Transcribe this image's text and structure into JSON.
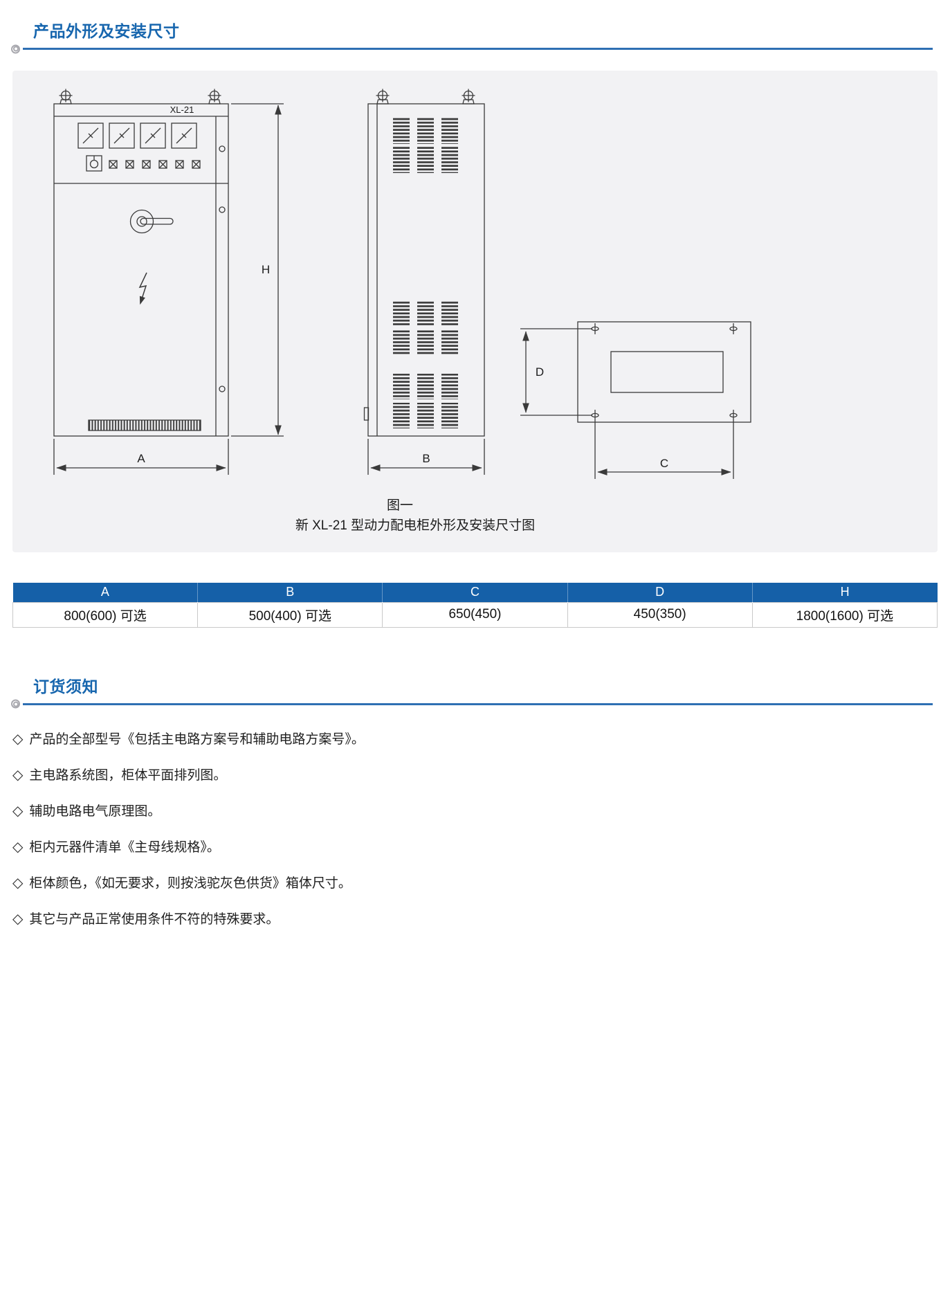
{
  "colors": {
    "accent": "#1766ae",
    "rule": "#2e6fb3",
    "table-header": "#1560a8",
    "panel": "#f2f2f4",
    "ink": "#3a3a3a"
  },
  "sections": {
    "dimensions": {
      "title": "产品外形及安装尺寸"
    },
    "ordering": {
      "title": "订货须知"
    }
  },
  "drawing": {
    "cabinet_model": "XL-21",
    "dims": {
      "h": "H",
      "a": "A",
      "b": "B",
      "c": "C",
      "d": "D"
    },
    "figure_no": "图一",
    "figure_caption": "新 XL-21 型动力配电柜外形及安装尺寸图"
  },
  "table": {
    "headers": [
      "A",
      "B",
      "C",
      "D",
      "H"
    ],
    "values": [
      "800(600) 可选",
      "500(400) 可选",
      "650(450)",
      "450(350)",
      "1800(1600) 可选"
    ]
  },
  "notes": {
    "bullet": "◇",
    "items": [
      "产品的全部型号《包括主电路方案号和辅助电路方案号》。",
      "主电路系统图，柜体平面排列图。",
      "辅助电路电气原理图。",
      "柜内元器件清单《主母线规格》。",
      "柜体颜色，《如无要求，则按浅驼灰色供货》箱体尺寸。",
      "其它与产品正常使用条件不符的特殊要求。"
    ]
  }
}
